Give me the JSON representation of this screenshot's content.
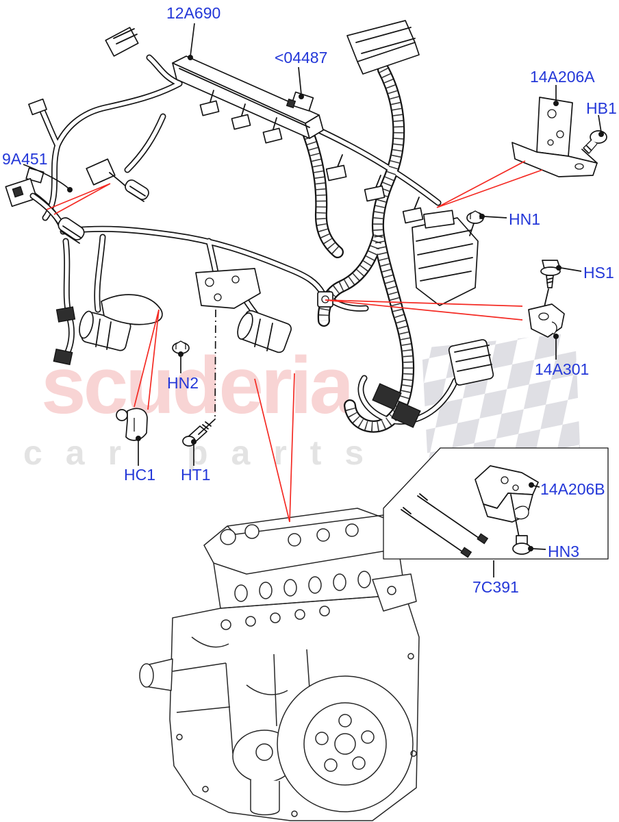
{
  "diagram": {
    "watermark": {
      "primary": "scuderia",
      "secondary": "car parts"
    },
    "callouts": [
      {
        "id": "12A690",
        "text": "12A690"
      },
      {
        "id": "04487",
        "text": "<04487"
      },
      {
        "id": "14A206A",
        "text": "14A206A"
      },
      {
        "id": "HB1",
        "text": "HB1"
      },
      {
        "id": "9A451",
        "text": "9A451"
      },
      {
        "id": "HN1",
        "text": "HN1"
      },
      {
        "id": "HS1",
        "text": "HS1"
      },
      {
        "id": "14A301",
        "text": "14A301"
      },
      {
        "id": "HN2",
        "text": "HN2"
      },
      {
        "id": "HC1",
        "text": "HC1"
      },
      {
        "id": "HT1",
        "text": "HT1"
      },
      {
        "id": "14A206B",
        "text": "14A206B"
      },
      {
        "id": "HN3",
        "text": "HN3"
      },
      {
        "id": "7C391",
        "text": "7C391"
      }
    ],
    "colors": {
      "label-blue": "#2337d8",
      "leader-red": "#f42a23",
      "line-ink": "#151515",
      "watermark-pink": "#f8d4d4",
      "watermark-gray": "#e3e3e3",
      "checker-gray": "#dfdfe4",
      "background": "#ffffff"
    }
  }
}
